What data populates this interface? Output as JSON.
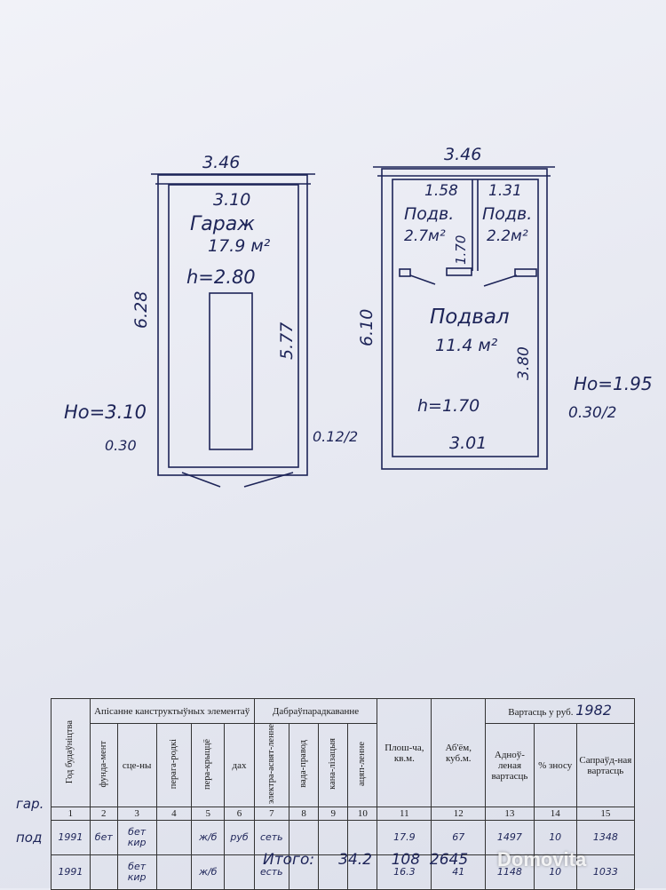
{
  "garage": {
    "outer_width": "3.46",
    "inner_width": "3.10",
    "name": "Гараж",
    "area": "17.9 м²",
    "height": "h=2.80",
    "outer_length": "6.28",
    "inner_length": "5.77",
    "mark_ho": "Hо=3.10",
    "left_note": "0.30",
    "right_note": "0.12/2"
  },
  "basement": {
    "outer_width": "3.46",
    "room1_width": "1.58",
    "room1_name": "Подв.",
    "room1_area": "2.7м²",
    "room2_width": "1.31",
    "room2_name": "Подв.",
    "room2_area": "2.2м²",
    "partition_len": "1.70",
    "outer_length": "6.10",
    "name": "Подвал",
    "area": "11.4 м²",
    "height": "h=1.70",
    "inner_length": "3.80",
    "bottom_width": "3.01",
    "mark_ho": "Hо=1.95",
    "right_note": "0.30/2"
  },
  "table": {
    "h_year": "Год будаўніцтва",
    "h_desc": "Апісанне канструктыўных элементаў",
    "h_found": "фунда-мент",
    "h_walls": "сце-ны",
    "h_partitions": "перага-родкі",
    "h_floors": "пера-крыццё",
    "h_roof": "дах",
    "h_improve": "Дабраўпарадкаванне",
    "h_electric": "электра-асвят-ленне",
    "h_water": "вада-правод",
    "h_sewer": "кана-лізацыя",
    "h_heat": "ацяп-ленне",
    "h_area": "Плош-ча, кв.м.",
    "h_volume": "Аб'ём, куб.м.",
    "h_cost": "Вартасць у руб.",
    "h_cost_year": "1982",
    "h_restore": "Адноў-леная вартасць",
    "h_wear": "% зносу",
    "h_actual": "Сапраўд-ная вартасць",
    "nums": [
      "1",
      "2",
      "3",
      "4",
      "5",
      "6",
      "7",
      "8",
      "9",
      "10",
      "11",
      "12",
      "13",
      "14",
      "15"
    ],
    "rows": [
      {
        "label": "гар.",
        "year": "1991",
        "found": "бет",
        "walls": "бет кир",
        "part": "",
        "floors": "ж/б",
        "roof": "руб",
        "electric": "сеть",
        "water": "",
        "sewer": "",
        "heat": "",
        "area": "17.9",
        "volume": "67",
        "restore": "1497",
        "wear": "10",
        "actual": "1348"
      },
      {
        "label": "под",
        "year": "1991",
        "found": "",
        "walls": "бет кир",
        "part": "",
        "floors": "ж/б",
        "roof": "",
        "electric": "есть",
        "water": "",
        "sewer": "",
        "heat": "",
        "area": "16.3",
        "volume": "41",
        "restore": "1148",
        "wear": "10",
        "actual": "1033"
      }
    ],
    "total_label": "Итого:",
    "total_area": "34.2",
    "total_volume": "108",
    "total_restore": "2645"
  },
  "watermark": "Domovita",
  "colors": {
    "ink": "#1d2458",
    "paper": "#eceef5"
  }
}
